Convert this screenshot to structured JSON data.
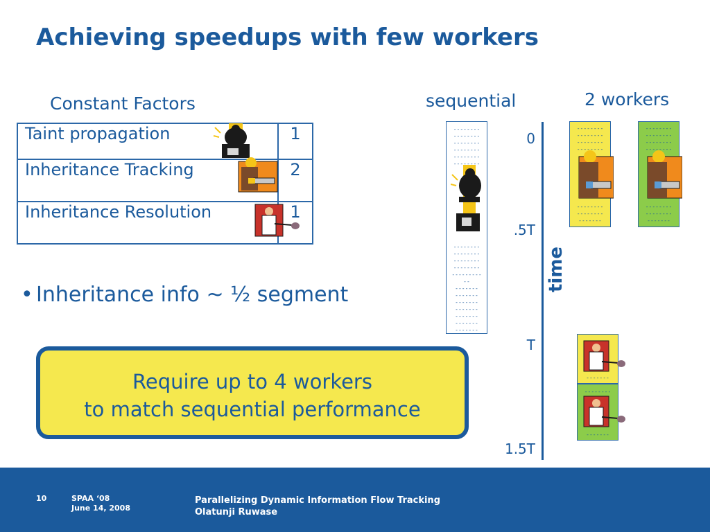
{
  "slide": {
    "title": "Achieving speedups with few workers"
  },
  "table": {
    "header": "Constant Factors",
    "rows": [
      {
        "name": "Taint propagation",
        "value": "1",
        "icon": "worker-lifting-icon"
      },
      {
        "name": "Inheritance Tracking",
        "value": "2",
        "icon": "worker-saw-icon"
      },
      {
        "name": "Inheritance Resolution",
        "value": "1",
        "icon": "worker-shovel-icon"
      }
    ]
  },
  "bullet": {
    "text": "Inheritance info ~ ½ segment"
  },
  "callout": {
    "line1": "Require up to 4 workers",
    "line2": "to match sequential performance"
  },
  "diagram": {
    "sequential_label": "sequential",
    "workers_label": "2 workers",
    "time_label": "time",
    "ticks": [
      "0",
      ".5T",
      "T",
      "1.5T"
    ],
    "colors": {
      "yellow": "#f5e84e",
      "green": "#8ccc4a",
      "blue": "#1b5a9c"
    }
  },
  "footer": {
    "page_number": "10",
    "conference": "SPAA ‘08",
    "date": "June 14, 2008",
    "talk_title": "Parallelizing Dynamic Information Flow Tracking",
    "author": "Olatunji Ruwase"
  }
}
